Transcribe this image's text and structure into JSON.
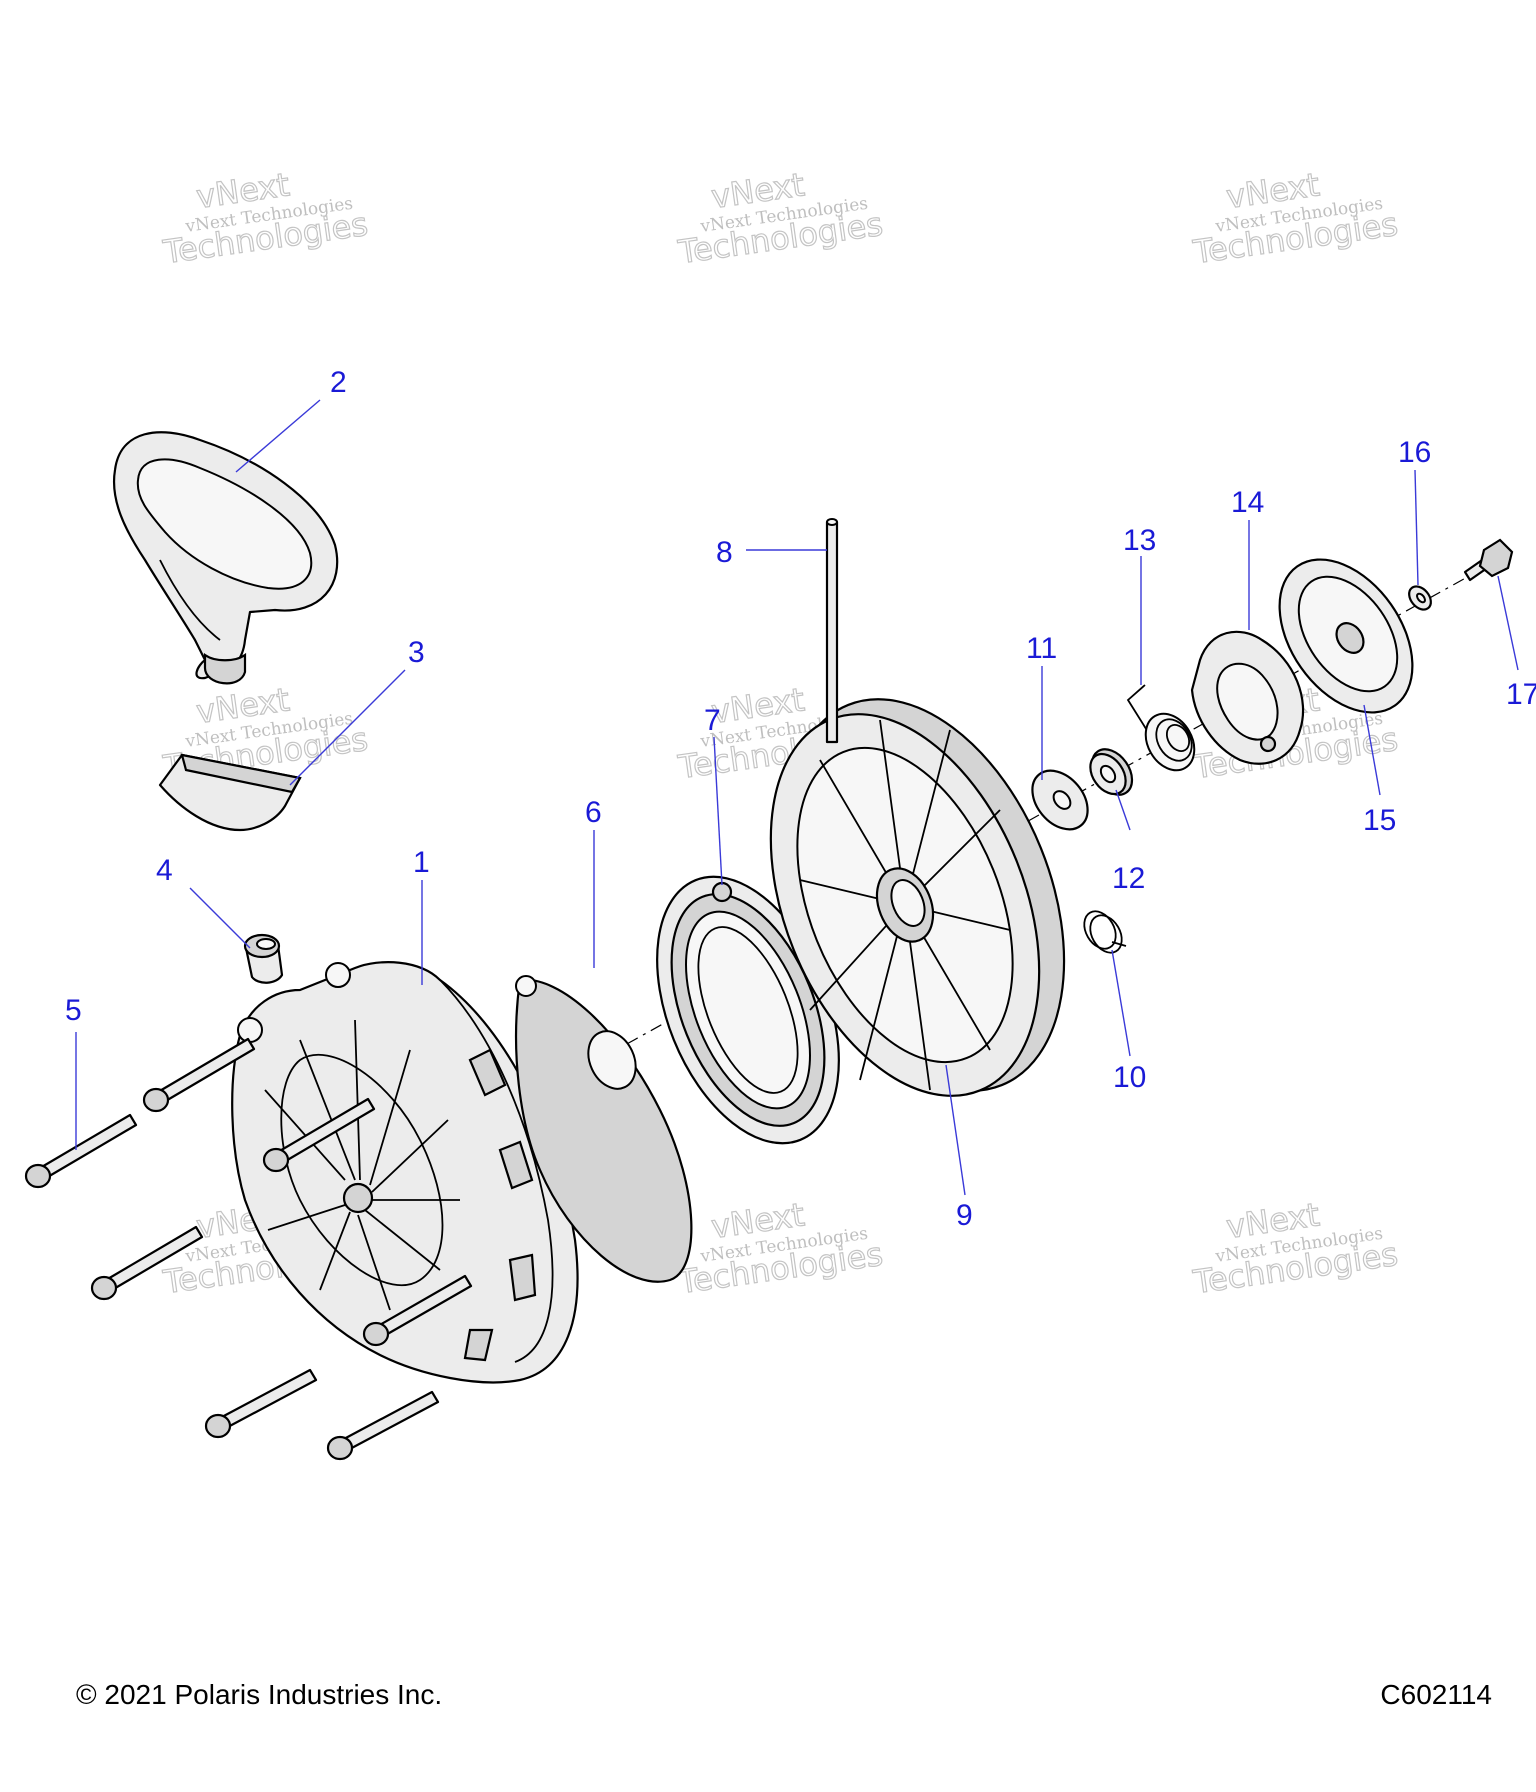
{
  "watermark": {
    "line1": "vNext Technologies",
    "line2": "vNext",
    "line3": "Technologies"
  },
  "callouts": [
    "1",
    "2",
    "3",
    "4",
    "5",
    "6",
    "7",
    "8",
    "9",
    "10",
    "11",
    "12",
    "13",
    "14",
    "15",
    "16",
    "17"
  ],
  "footer": {
    "copyright": "© 2021 Polaris Industries Inc.",
    "diagram_code": "C602114"
  },
  "colors": {
    "callout": "#1a1ad6",
    "line": "#000000",
    "part_fill": "#ececec"
  }
}
